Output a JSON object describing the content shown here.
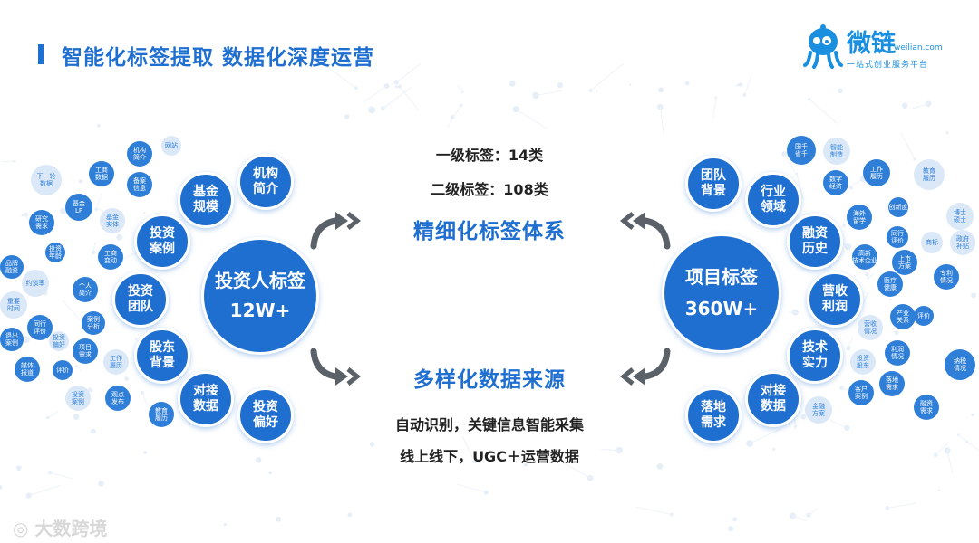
{
  "title": "智能化标签提取 数据化深度运营",
  "logo": {
    "name": "微链",
    "domain": "weilian.com",
    "slogan": "一站式创业服务平台"
  },
  "left_main": {
    "label": "投资人标签",
    "count": "12W+"
  },
  "right_main": {
    "label": "项目标签",
    "count": "360W+"
  },
  "left_tags": [
    "基金\n规模",
    "机构\n简介",
    "投资\n案例",
    "投资\n团队",
    "股东\n背景",
    "对接\n数据",
    "投资\n偏好"
  ],
  "right_tags": [
    "团队\n背景",
    "行业\n领域",
    "融资\n历史",
    "营收\n利润",
    "技术\n实力",
    "对接\n数据",
    "落地\n需求"
  ],
  "left_small_tags": [
    "机构\n简介",
    "网站",
    "工商\n数据",
    "备案\n信息",
    "下一轮\n数据",
    "基金\nLP",
    "研究\n需求",
    "基金\n实体",
    "工商\n变动",
    "品牌\n融资",
    "约谈率",
    "投资\n年龄",
    "个人\n简介",
    "重要\n时间",
    "案例\n分析",
    "同行\n评价",
    "投资\n偏好",
    "退出\n案例",
    "项目\n需求",
    "工作\n履历",
    "媒体\n报道",
    "评价",
    "投资\n案例",
    "观点\n发布",
    "教育\n履历"
  ],
  "right_small_tags": [
    "国千\n省千",
    "智能\n制造",
    "数字\n经济",
    "工作\n履历",
    "教育\n履历",
    "海外\n留学",
    "专利\n情况",
    "博士\n硕士",
    "同行\n评价",
    "创新度",
    "商标",
    "高新\n技术企业",
    "上市\n方案",
    "政府\n补贴",
    "医疗\n健康",
    "产业\n关系",
    "营收\n情况",
    "评价",
    "利润\n情况",
    "投资\n股东",
    "客户\n案例",
    "落地\n需求",
    "金融\n方案",
    "融资\n需求",
    "纳税\n情况"
  ],
  "center": {
    "level1": "一级标签：14类",
    "level2": "二级标签：108类",
    "headline1": "精细化标签体系",
    "headline2": "多样化数据来源",
    "sub1": "自动识别，关键信息智能采集",
    "sub2": "线上线下，UGC＋运营数据"
  },
  "watermark": "大数跨境",
  "colors": {
    "primary": "#1f6fd1",
    "logo": "#1a8fe0",
    "light": "#dbe8f8",
    "arrow": "#5a6168"
  }
}
